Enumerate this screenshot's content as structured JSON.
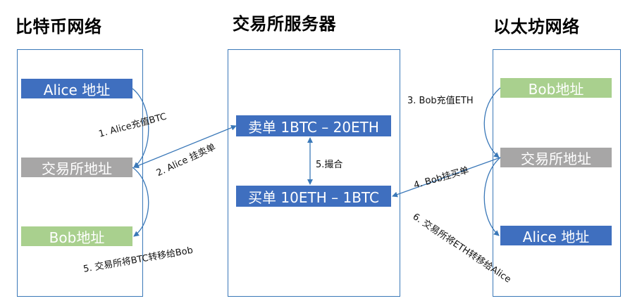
{
  "titles": {
    "bitcoin": "比特币网络",
    "exchange": "交易所服务器",
    "ethereum": "以太坊网络"
  },
  "bitcoin": {
    "alice": "Alice 地址",
    "exchange": "交易所地址",
    "bob": "Bob地址"
  },
  "exchange": {
    "sell": "卖单 1BTC – 20ETH",
    "buy": "买单 10ETH – 1BTC"
  },
  "ethereum": {
    "bob": "Bob地址",
    "exchange": "交易所地址",
    "alice": "Alice 地址"
  },
  "steps": {
    "s1": "1. Alice充值BTC",
    "s2": "2. Alice 挂卖单",
    "s3": "3. Bob充值ETH",
    "s4": "4. Bob挂买单",
    "s5m": "5.撮合",
    "s5": "5. 交易所将BTC转移给Bob",
    "s6": "6. 交易所将ETH转移给Alice"
  },
  "colors": {
    "blue": "#3f6fbf",
    "gray": "#a7a6a6",
    "green": "#a9d08e",
    "line": "#3a78b8"
  }
}
